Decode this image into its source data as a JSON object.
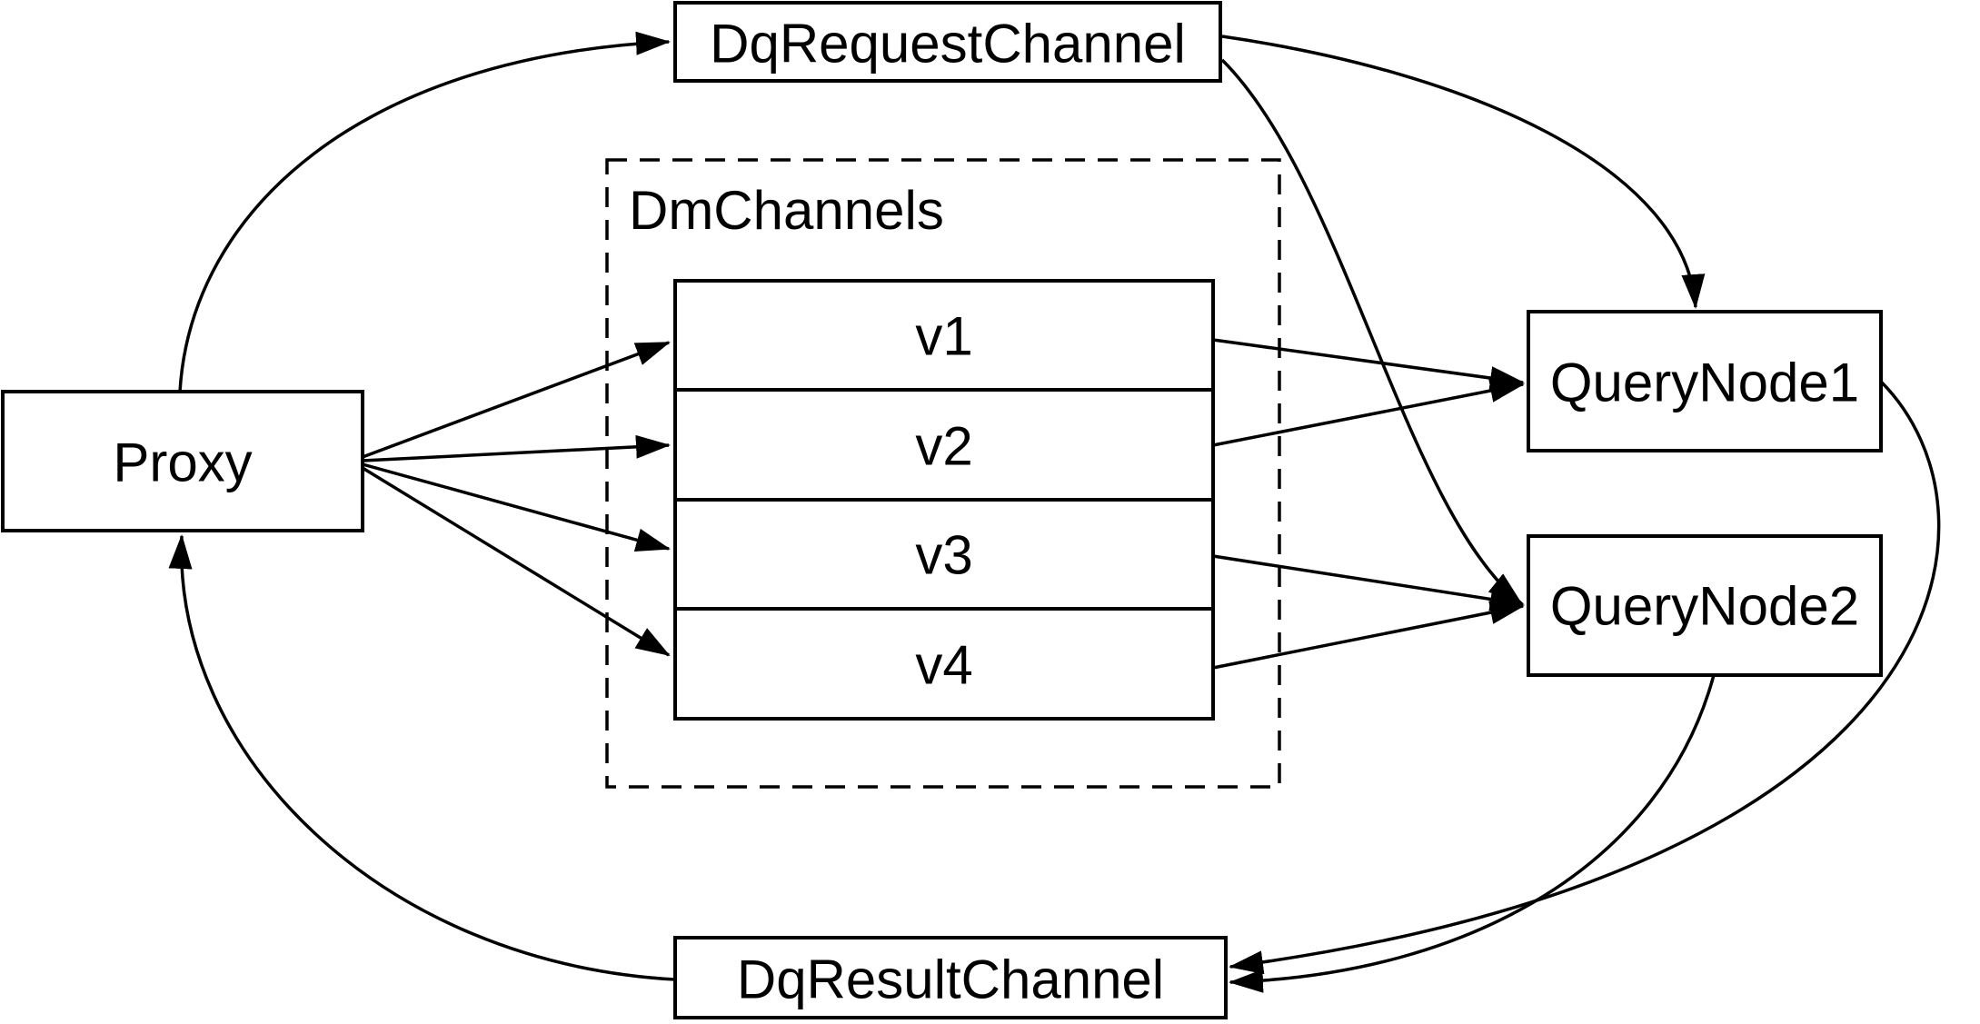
{
  "diagram": {
    "colors": {
      "background": "#ffffff",
      "line": "#000000",
      "box_fill": "#ffffff",
      "text": "#000000"
    },
    "nodes": {
      "proxy": {
        "label": "Proxy"
      },
      "dq_request_channel": {
        "label": "DqRequestChannel"
      },
      "dm_channels": {
        "label": "DmChannels",
        "channels": [
          {
            "label": "v1"
          },
          {
            "label": "v2"
          },
          {
            "label": "v3"
          },
          {
            "label": "v4"
          }
        ]
      },
      "query_node1": {
        "label": "QueryNode1"
      },
      "query_node2": {
        "label": "QueryNode2"
      },
      "dq_result_channel": {
        "label": "DqResultChannel"
      }
    },
    "edges": [
      {
        "from": "Proxy",
        "to": "DqRequestChannel"
      },
      {
        "from": "DqRequestChannel",
        "to": "QueryNode1"
      },
      {
        "from": "DqRequestChannel",
        "to": "QueryNode2"
      },
      {
        "from": "Proxy",
        "to": "v1"
      },
      {
        "from": "Proxy",
        "to": "v2"
      },
      {
        "from": "Proxy",
        "to": "v3"
      },
      {
        "from": "Proxy",
        "to": "v4"
      },
      {
        "from": "v1",
        "to": "QueryNode1"
      },
      {
        "from": "v2",
        "to": "QueryNode1"
      },
      {
        "from": "v3",
        "to": "QueryNode2"
      },
      {
        "from": "v4",
        "to": "QueryNode2"
      },
      {
        "from": "QueryNode1",
        "to": "DqResultChannel"
      },
      {
        "from": "QueryNode2",
        "to": "DqResultChannel"
      },
      {
        "from": "DqResultChannel",
        "to": "Proxy"
      }
    ]
  }
}
